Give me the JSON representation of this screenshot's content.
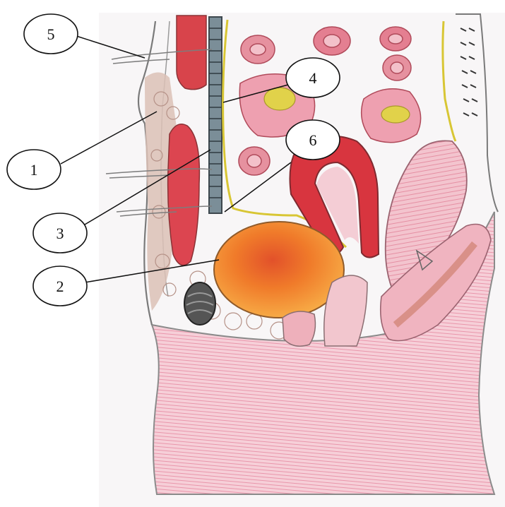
{
  "figure": {
    "callouts": [
      {
        "id": "c1",
        "label": "1"
      },
      {
        "id": "c2",
        "label": "2"
      },
      {
        "id": "c3",
        "label": "3"
      },
      {
        "id": "c4",
        "label": "4"
      },
      {
        "id": "c5",
        "label": "5"
      },
      {
        "id": "c6",
        "label": "6"
      }
    ],
    "colors": {
      "paper": "#ffffff",
      "sheet": "#f7f5f6",
      "pencil": "#6d6d6d",
      "artery_red": "#d9363f",
      "tissue_pink": "#e8a0ad",
      "muscle_pink": "#eea8b8",
      "fat_tan": "#d9bcb0",
      "nerve_yellow": "#d8c634",
      "mass_orange": "#f08a2a",
      "vertebra_gray": "#5d6b73"
    }
  }
}
